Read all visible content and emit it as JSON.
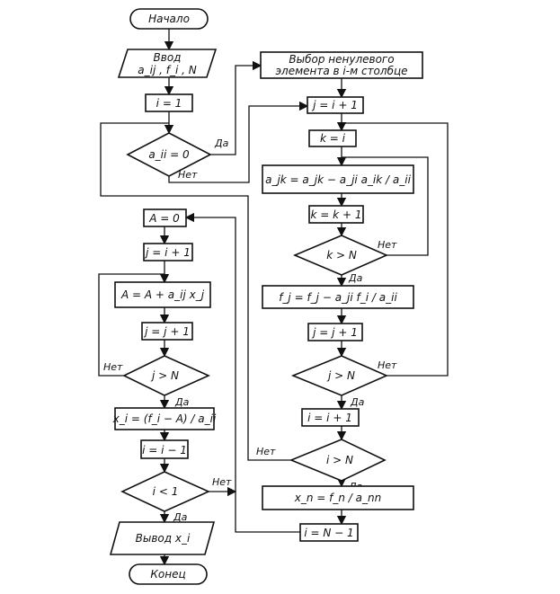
{
  "nodes": {
    "start": "Начало",
    "input": {
      "line1": "Ввод",
      "line2": "a_ij , f_i , N"
    },
    "i_eq_1": "i = 1",
    "check_aii": "a_ii = 0",
    "select_nonzero": {
      "line1": "Выбор ненулевого",
      "line2": "элемента в i-м столбце"
    },
    "j_eq_i1_right": "j = i + 1",
    "k_eq_i": "k = i",
    "update_ajk": "a_jk = a_jk − a_ji a_ik / a_ii",
    "k_inc": "k = k + 1",
    "check_k": "k > N",
    "update_fj": "f_j = f_j − a_ji f_i / a_ii",
    "j_inc_right": "j = j + 1",
    "check_j_right": "j > N",
    "i_inc": "i = i + 1",
    "check_i_right": "i > N",
    "xn_calc": "x_n = f_n / a_nn",
    "i_eq_N1": "i = N − 1",
    "A_eq_0": "A = 0",
    "j_eq_i1_left": "j = i + 1",
    "update_A": "A = A + a_ij x_j",
    "j_inc_left": "j = j + 1",
    "check_j_left": "j > N",
    "xi_calc": "x_i = (f_i − A) / a_ii",
    "i_dec": "i = i − 1",
    "check_i_less1": "i < 1",
    "output": "Вывод x_i",
    "end": "Конец"
  },
  "labels": {
    "yes": "Да",
    "no": "Нет"
  }
}
